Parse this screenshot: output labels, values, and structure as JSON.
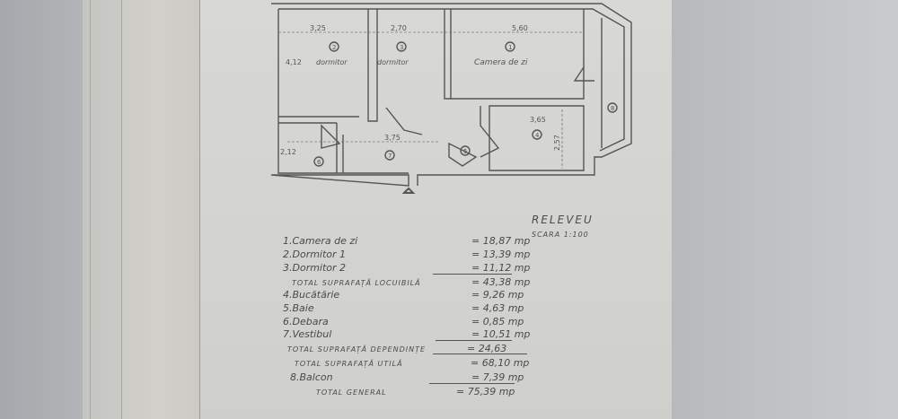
{
  "title": "RELEVEU",
  "scale": "SCARA 1:100",
  "plan": {
    "dimensions": [
      "3,25",
      "2,70",
      "5,60",
      "4,12",
      "2,12",
      "3,75",
      "3,65",
      "2,57"
    ],
    "room_labels": [
      "dormitor",
      "dormitor",
      "Camera de zi"
    ],
    "room_numbers": [
      "2",
      "3",
      "1",
      "4",
      "5",
      "6",
      "7",
      "8"
    ]
  },
  "rooms": [
    {
      "label": "1.Camera de zi",
      "value": "= 18,87 mp"
    },
    {
      "label": "2.Dormitor 1",
      "value": "= 13,39 mp"
    },
    {
      "label": "3.Dormitor 2",
      "value": "= 11,12 mp"
    }
  ],
  "total_locuibila": {
    "label": "TOTAL SUPRAFAȚĂ LOCUIBILĂ",
    "value": "= 43,38 mp"
  },
  "dependinte": [
    {
      "label": "4.Bucătărie",
      "value": "= 9,26 mp"
    },
    {
      "label": "5.Baie",
      "value": "= 4,63 mp"
    },
    {
      "label": "6.Debara",
      "value": "= 0,85 mp"
    },
    {
      "label": "7.Vestibul",
      "value": "= 10,51 mp"
    }
  ],
  "total_dependinte": {
    "label": "TOTAL SUPRAFAȚĂ DEPENDINȚE",
    "value": "= 24,63"
  },
  "total_utila": {
    "label": "TOTAL SUPRAFAȚĂ UTILĂ",
    "value": "= 68,10 mp"
  },
  "balcon": {
    "label": "8.Balcon",
    "value": "= 7,39 mp"
  },
  "total_general": {
    "label": "TOTAL GENERAL",
    "value": "= 75,39 mp"
  }
}
